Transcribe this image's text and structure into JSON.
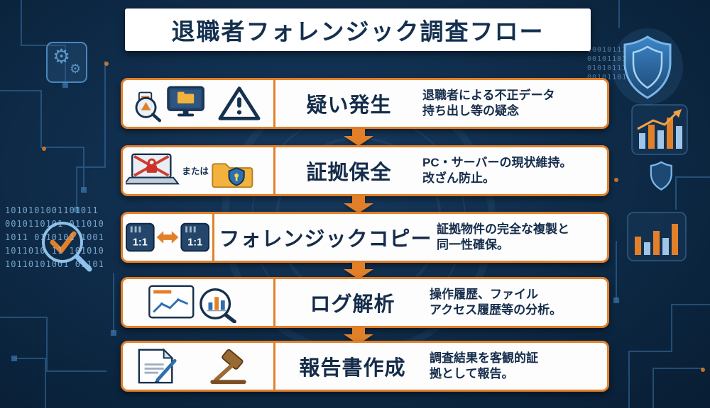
{
  "title": "退職者フォレンジック調査フロー",
  "steps": [
    {
      "title": "疑い発生",
      "desc_line1": "退職者による不正データ",
      "desc_line2": "持ち出し等の疑念"
    },
    {
      "title": "証拠保全",
      "desc_line1": "PC・サーバーの現状維持。",
      "desc_line2": "改ざん防止。",
      "or_label": "または"
    },
    {
      "title": "フォレンジックコピー",
      "desc_line1": "証拠物件の完全な複製と",
      "desc_line2": "同一性確保。",
      "drive_label": "1:1"
    },
    {
      "title": "ログ解析",
      "desc_line1": "操作履歴、ファイル",
      "desc_line2": "アクセス履歴等の分析。"
    },
    {
      "title": "報告書作成",
      "desc_line1": "調査結果を客観的証",
      "desc_line2": "拠として報告。"
    }
  ],
  "colors": {
    "accent_orange": "#e2802a",
    "background_navy": "#0e2b48",
    "card_text": "#152c4a",
    "card_background": "#fdfdfd"
  },
  "background": {
    "binary_left": [
      "1010101001101011",
      "0010110101 011010",
      "1011 0110101 1001",
      "1011010 11 101010",
      "10110101001 01101"
    ],
    "binary_right": [
      "10010111",
      "00101101",
      "01010111",
      "00101101"
    ]
  }
}
